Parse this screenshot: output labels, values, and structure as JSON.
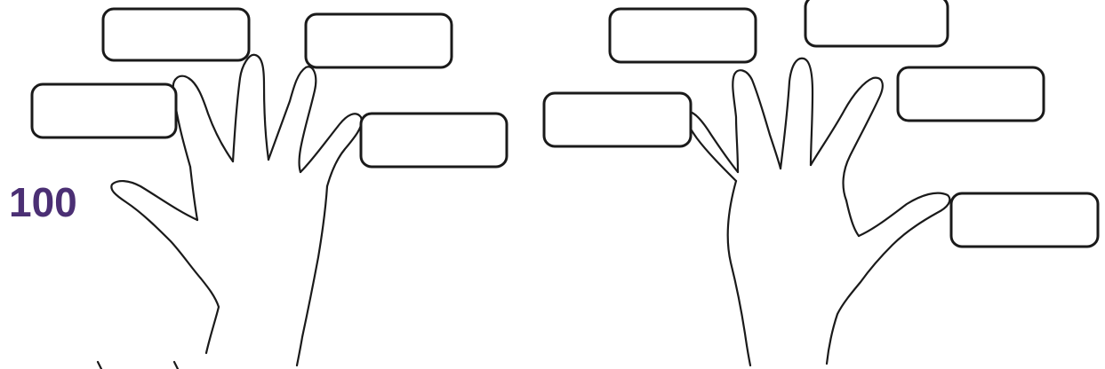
{
  "worksheet": {
    "given_number": "100",
    "number_color": "#4b2f74",
    "line_color": "#1a1a1a",
    "left_hand": {
      "boxes": [
        {
          "finger": "pinky",
          "value": ""
        },
        {
          "finger": "ring",
          "value": ""
        },
        {
          "finger": "middle",
          "value": ""
        },
        {
          "finger": "index",
          "value": ""
        }
      ]
    },
    "right_hand": {
      "boxes": [
        {
          "finger": "thumb",
          "value": ""
        },
        {
          "finger": "index",
          "value": ""
        },
        {
          "finger": "middle",
          "value": ""
        },
        {
          "finger": "ring",
          "value": ""
        },
        {
          "finger": "pinky",
          "value": ""
        }
      ]
    }
  }
}
